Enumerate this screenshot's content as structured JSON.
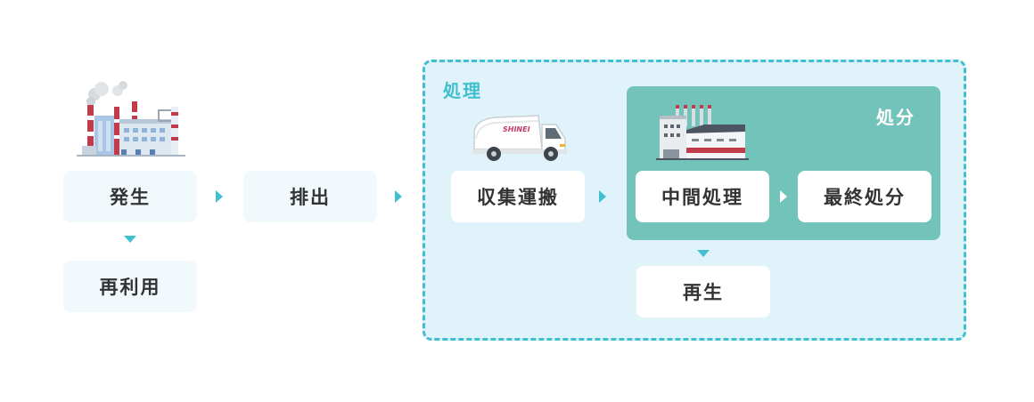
{
  "flow": {
    "generation": "発生",
    "reuse": "再利用",
    "discharge": "排出",
    "processing_label": "処理",
    "collection": "収集運搬",
    "disposal_label": "処分",
    "intermediate": "中間処理",
    "final": "最終処分",
    "regeneration": "再生"
  },
  "truck": {
    "logo": "SHINEI"
  },
  "colors": {
    "accent": "#3fbfcf",
    "processing_bg": "#e1f3fa",
    "disposal_bg": "#72c3ba",
    "box_bg": "#f2f9fc"
  },
  "icons": [
    "factory-icon",
    "garbage-truck-icon",
    "treatment-plant-icon"
  ]
}
